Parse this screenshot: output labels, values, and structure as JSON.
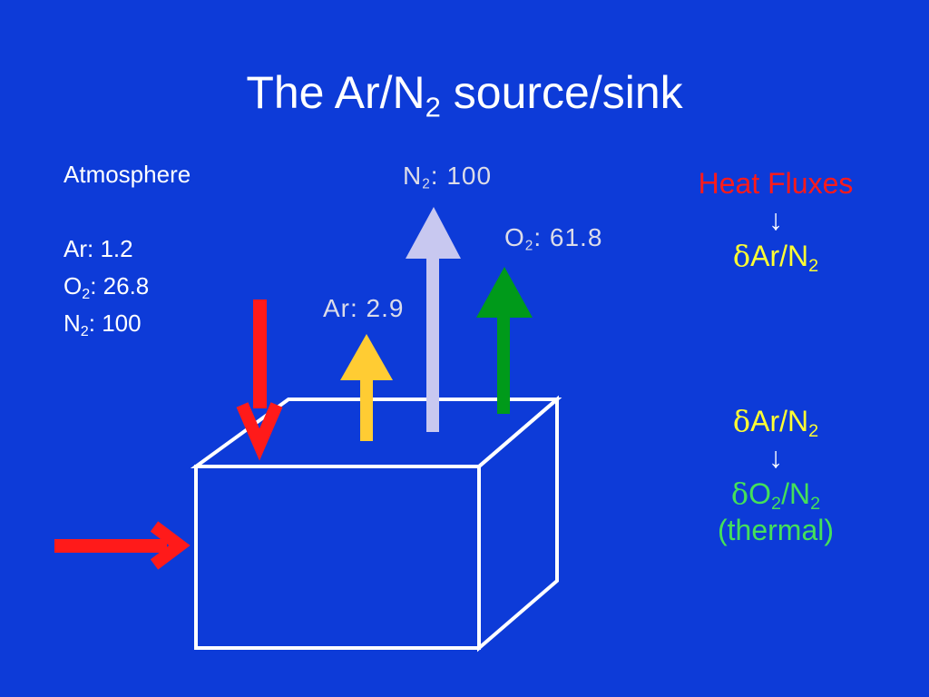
{
  "title": {
    "prefix": "The Ar/N",
    "sub": "2",
    "suffix": " source/sink"
  },
  "atmosphere": {
    "heading": "Atmosphere",
    "ar": "Ar: 1.2",
    "o2": {
      "prefix": "O",
      "sub": "2",
      "suffix": ": 26.8"
    },
    "n2": {
      "prefix": "N",
      "sub": "2",
      "suffix": ": 100"
    }
  },
  "fluxes": {
    "ar": "Ar: 2.9",
    "n2": {
      "prefix": "N",
      "sub": "2",
      "suffix": ": 100"
    },
    "o2": {
      "prefix": "O",
      "sub": "2",
      "suffix": ": 61.8"
    }
  },
  "heat_block": {
    "heading": "Heat Fluxes",
    "arrow": "↓",
    "result": {
      "delta": "δ",
      "prefix": "Ar/N",
      "sub": "2"
    }
  },
  "thermal_block": {
    "source": {
      "delta": "δ",
      "prefix": "Ar/N",
      "sub": "2"
    },
    "arrow": "↓",
    "result": {
      "delta": "δ",
      "prefix": "O",
      "sub1": "2",
      "middle": "/N",
      "sub2": "2"
    },
    "note": "(thermal)"
  },
  "colors": {
    "background": "#0d3bd8",
    "heat_red": "#ff1a1a",
    "ar_yellow": "#ffcc33",
    "n2_lavender": "#c8c8f0",
    "o2_green": "#009a1a",
    "delta_yellow": "#ffff33",
    "thermal_green": "#44e05a"
  }
}
